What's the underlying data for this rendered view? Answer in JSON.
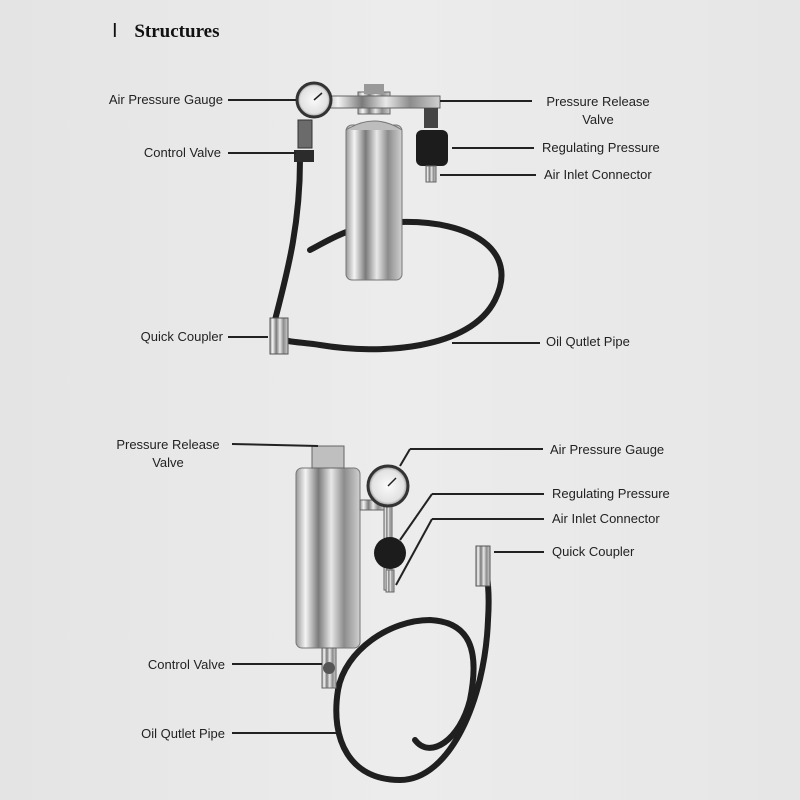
{
  "section": {
    "number": "Ⅰ",
    "title": "Structures"
  },
  "diagram_top": {
    "labels": {
      "air_pressure_gauge": "Air Pressure Gauge",
      "control_valve": "Control Valve",
      "quick_coupler": "Quick Coupler",
      "pressure_release_valve_line1": "Pressure Release",
      "pressure_release_valve_line2": "Valve",
      "regulating_pressure": "Regulating Pressure",
      "air_inlet_connector": "Air Inlet Connector",
      "oil_outlet_pipe": "Oil Qutlet Pipe"
    }
  },
  "diagram_bottom": {
    "labels": {
      "pressure_release_valve_line1": "Pressure Release",
      "pressure_release_valve_line2": "Valve",
      "control_valve": "Control Valve",
      "oil_outlet_pipe": "Oil Qutlet Pipe",
      "air_pressure_gauge": "Air Pressure Gauge",
      "regulating_pressure": "Regulating Pressure",
      "air_inlet_connector": "Air Inlet Connector",
      "quick_coupler": "Quick Coupler"
    }
  }
}
